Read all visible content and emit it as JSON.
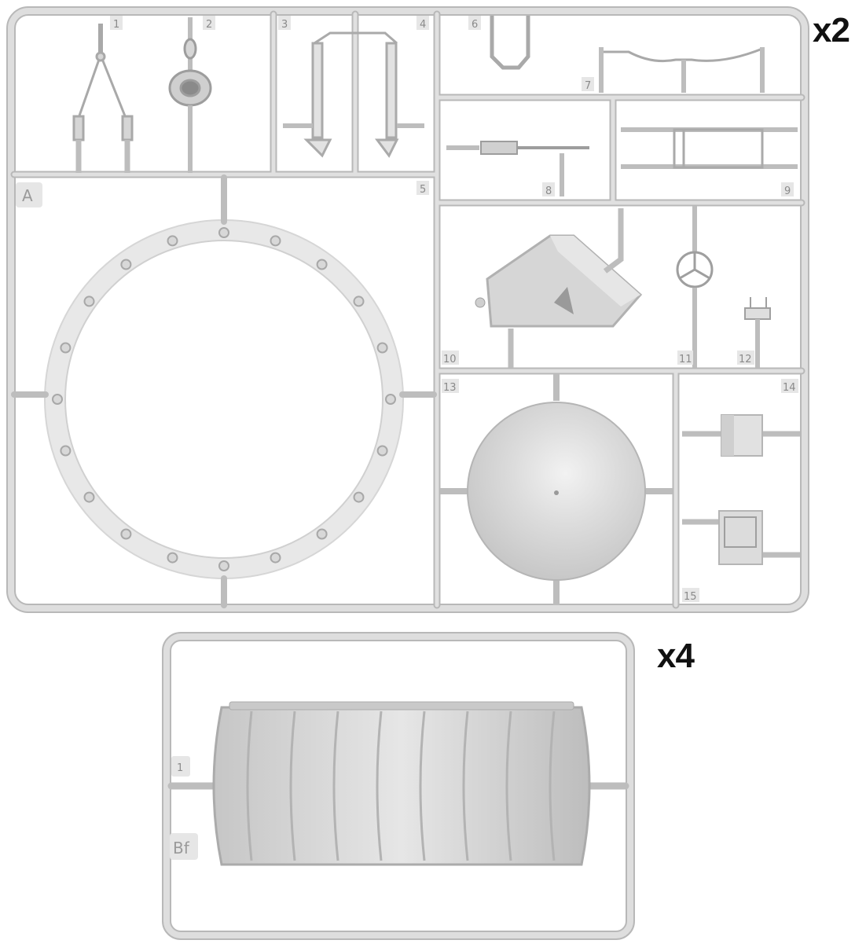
{
  "sprue_a": {
    "multiplier": "x2",
    "letter": "A",
    "part_numbers": [
      "1",
      "2",
      "3",
      "4",
      "5",
      "6",
      "7",
      "8",
      "9",
      "10",
      "11",
      "12",
      "13",
      "14",
      "15"
    ]
  },
  "sprue_b": {
    "multiplier": "x4",
    "letter": "Bf",
    "part_numbers": [
      "1"
    ]
  },
  "colors": {
    "plastic": "#dcdcdc",
    "plastic_edge": "#b4b4b4",
    "plastic_shade": "#c8c8c8",
    "clear_ring": "#ededed"
  }
}
